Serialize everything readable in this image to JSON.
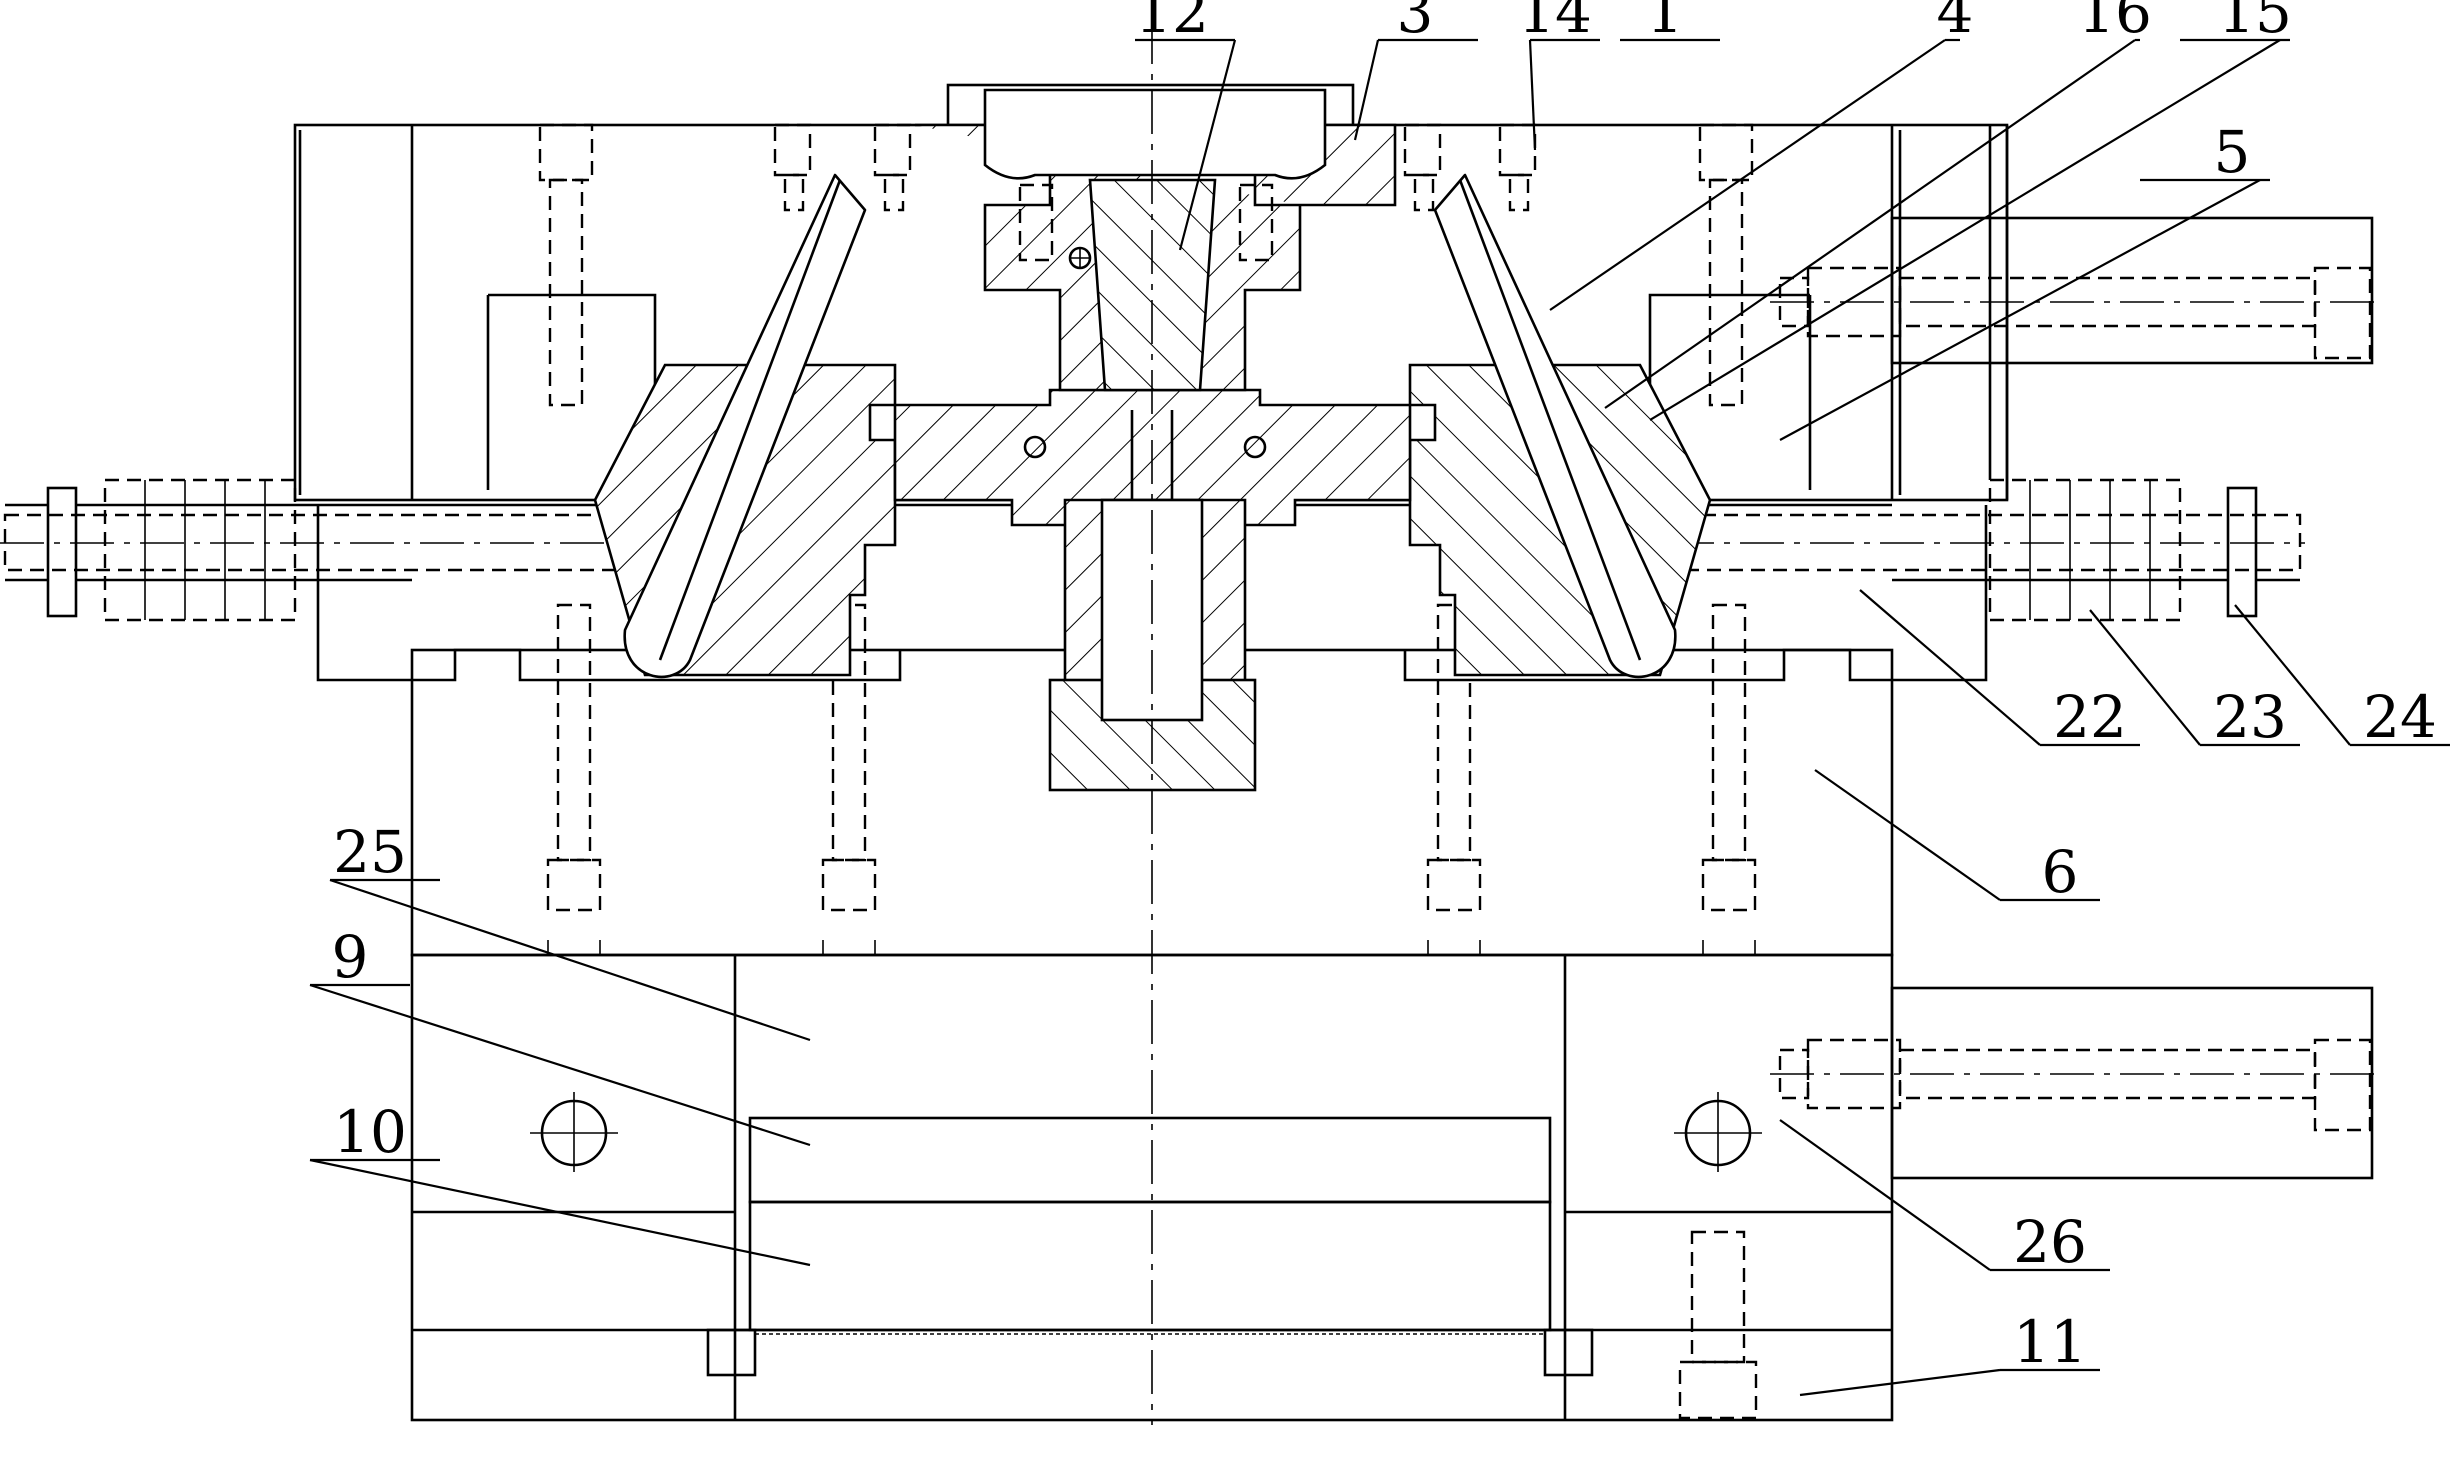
{
  "labels": [
    {
      "id": "p12",
      "text": "12"
    },
    {
      "id": "p3",
      "text": "3"
    },
    {
      "id": "p14",
      "text": "14"
    },
    {
      "id": "p1",
      "text": "1"
    },
    {
      "id": "p4",
      "text": "4"
    },
    {
      "id": "p16",
      "text": "16"
    },
    {
      "id": "p15",
      "text": "15"
    },
    {
      "id": "p5",
      "text": "5"
    },
    {
      "id": "p22",
      "text": "22"
    },
    {
      "id": "p23",
      "text": "23"
    },
    {
      "id": "p24",
      "text": "24"
    },
    {
      "id": "p6",
      "text": "6"
    },
    {
      "id": "p25",
      "text": "25"
    },
    {
      "id": "p9",
      "text": "9"
    },
    {
      "id": "p10",
      "text": "10"
    },
    {
      "id": "p26",
      "text": "26"
    },
    {
      "id": "p11",
      "text": "11"
    }
  ]
}
